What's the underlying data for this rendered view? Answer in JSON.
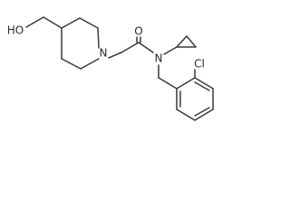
{
  "molecule": {
    "atom_labels": {
      "hydroxyl": "HO",
      "piperidine_nitrogen": "N",
      "carbonyl_oxygen": "O",
      "amide_nitrogen": "N",
      "chlorine": "Cl"
    }
  },
  "colors": {
    "bond": "#3a3a3a",
    "label": "#2a2a2a",
    "background": "#ffffff"
  }
}
